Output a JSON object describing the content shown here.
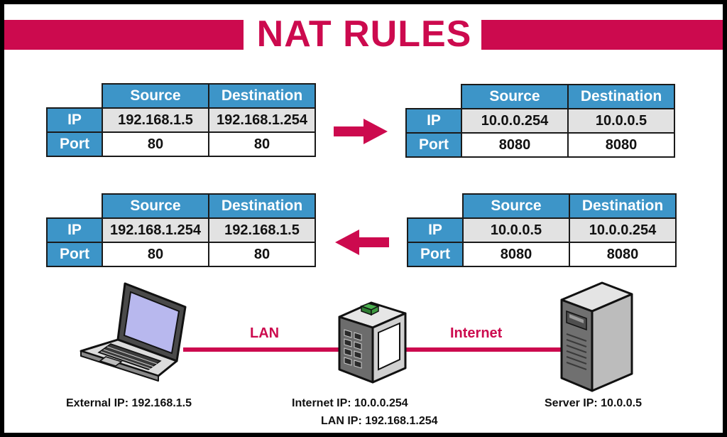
{
  "title": "NAT RULES",
  "colors": {
    "accent": "#cc0a4e",
    "header_blue": "#3d95c8",
    "cell_grey": "#e2e2e2"
  },
  "tables": [
    {
      "name": "outbound-original",
      "headers": [
        "Source",
        "Destination"
      ],
      "rows": [
        {
          "label": "IP",
          "source": "192.168.1.5",
          "destination": "192.168.1.254"
        },
        {
          "label": "Port",
          "source": "80",
          "destination": "80"
        }
      ]
    },
    {
      "name": "outbound-translated",
      "headers": [
        "Source",
        "Destination"
      ],
      "rows": [
        {
          "label": "IP",
          "source": "10.0.0.254",
          "destination": "10.0.0.5"
        },
        {
          "label": "Port",
          "source": "8080",
          "destination": "8080"
        }
      ]
    },
    {
      "name": "return-translated",
      "headers": [
        "Source",
        "Destination"
      ],
      "rows": [
        {
          "label": "IP",
          "source": "192.168.1.254",
          "destination": "192.168.1.5"
        },
        {
          "label": "Port",
          "source": "80",
          "destination": "80"
        }
      ]
    },
    {
      "name": "return-original",
      "headers": [
        "Source",
        "Destination"
      ],
      "rows": [
        {
          "label": "IP",
          "source": "10.0.0.5",
          "destination": "10.0.0.254"
        },
        {
          "label": "Port",
          "source": "8080",
          "destination": "8080"
        }
      ]
    }
  ],
  "arrows": {
    "top": "right-arrow-icon",
    "bottom": "left-arrow-icon"
  },
  "network": {
    "links": {
      "lan": "LAN",
      "internet": "Internet"
    },
    "devices": {
      "laptop": {
        "icon": "laptop-icon",
        "caption": "External IP:  192.168.1.5"
      },
      "router": {
        "icon": "router-icon",
        "caption_internet": "Internet IP:  10.0.0.254",
        "caption_lan": "LAN IP:  192.168.1.254"
      },
      "server": {
        "icon": "server-icon",
        "caption": "Server IP:  10.0.0.5"
      }
    }
  }
}
